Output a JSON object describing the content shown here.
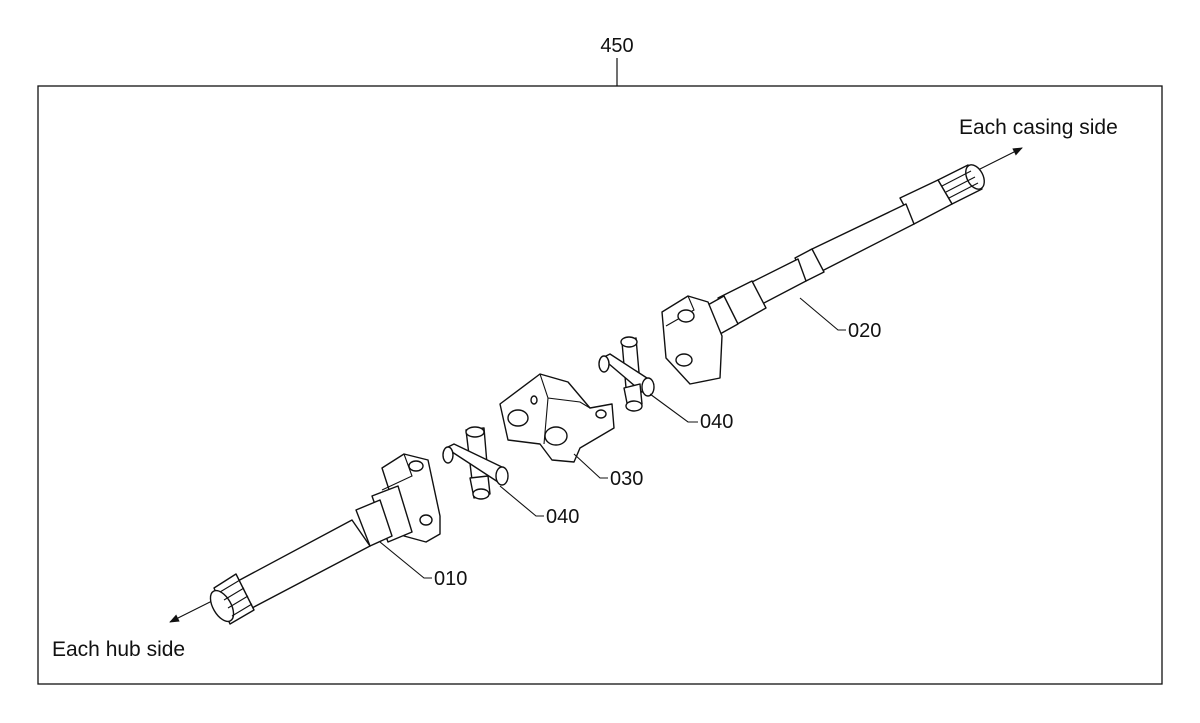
{
  "diagram": {
    "assembly_number": "450",
    "directions": {
      "casing": "Each casing side",
      "hub": "Each hub side"
    },
    "parts": [
      {
        "id": "010",
        "label": "010"
      },
      {
        "id": "020",
        "label": "020"
      },
      {
        "id": "030",
        "label": "030"
      },
      {
        "id": "040a",
        "label": "040"
      },
      {
        "id": "040b",
        "label": "040"
      }
    ]
  }
}
